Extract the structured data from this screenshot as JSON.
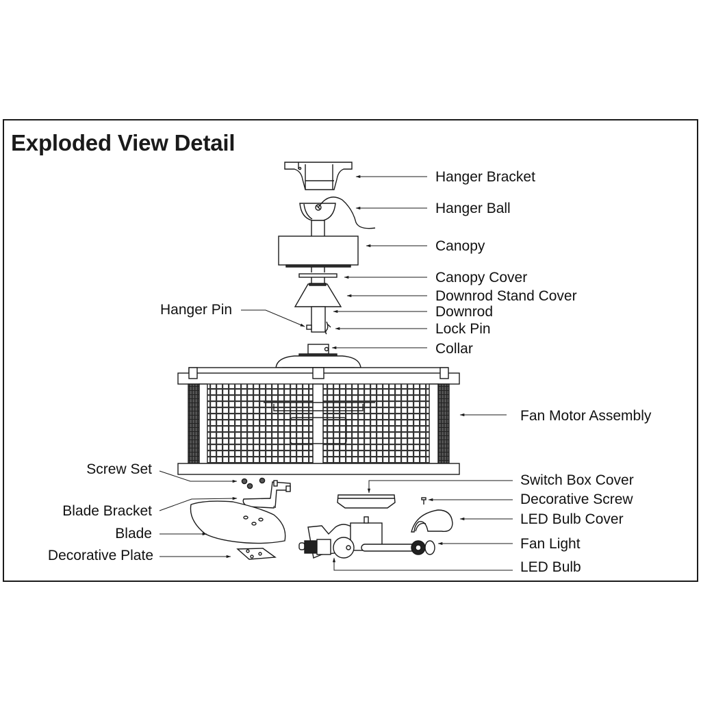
{
  "title": "Exploded View Detail",
  "labels": {
    "hanger_bracket": "Hanger Bracket",
    "hanger_ball": "Hanger Ball",
    "canopy": "Canopy",
    "canopy_cover": "Canopy Cover",
    "downrod_stand_cover": "Downrod Stand Cover",
    "downrod": "Downrod",
    "lock_pin": "Lock Pin",
    "collar": "Collar",
    "hanger_pin": "Hanger Pin",
    "fan_motor_assembly": "Fan Motor Assembly",
    "screw_set": "Screw Set",
    "blade_bracket": "Blade Bracket",
    "blade": "Blade",
    "decorative_plate": "Decorative Plate",
    "switch_box_cover": "Switch Box Cover",
    "decorative_screw": "Decorative Screw",
    "led_bulb_cover": "LED Bulb Cover",
    "fan_light": "Fan Light",
    "led_bulb": "LED Bulb"
  },
  "colors": {
    "ink": "#1a1a1a",
    "background": "#ffffff"
  }
}
